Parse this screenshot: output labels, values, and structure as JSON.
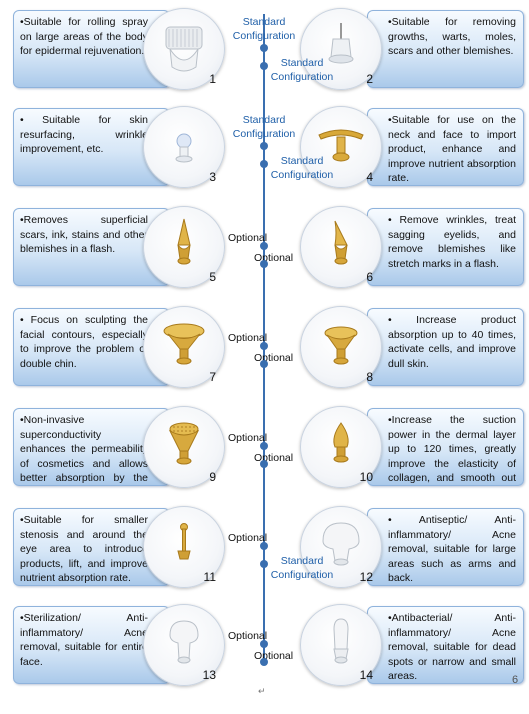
{
  "items": [
    {
      "num": "1",
      "text": "•Suitable for rolling spray on large areas of the body for epidermal rejuvenation.",
      "label": "Standard Configuration",
      "icon": "roller-head-icon"
    },
    {
      "num": "2",
      "text": "•Suitable for removing growths, warts, moles, scars and other blemishes.",
      "label": "Standard Configuration",
      "icon": "needle-tip-head-icon"
    },
    {
      "num": "3",
      "text": "• Suitable for skin resurfacing, wrinkle improvement, etc.",
      "label": "Standard Configuration",
      "icon": "small-suction-head-icon"
    },
    {
      "num": "4",
      "text": "•Suitable for use on the neck and face to import product, enhance and improve nutrient absorption rate.",
      "label": "Standard Configuration",
      "icon": "t-bar-gold-head-icon"
    },
    {
      "num": "5",
      "text": "•Removes superficial scars, ink, stains and other blemishes in a flash.",
      "label": "Optional",
      "icon": "gold-spike-head-icon"
    },
    {
      "num": "6",
      "text": "• Remove wrinkles, treat sagging eyelids, and remove blemishes like stretch marks in a flash.",
      "label": "Optional",
      "icon": "gold-curved-spike-head-icon"
    },
    {
      "num": "7",
      "text": "• Focus on sculpting the facial contours, especially to improve the problem of double chin.",
      "label": "Optional",
      "icon": "gold-mushroom-head-icon"
    },
    {
      "num": "8",
      "text": "• Increase product absorption up to 40 times, activate cells, and improve dull skin.",
      "label": "Optional",
      "icon": "gold-medium-mushroom-head-icon"
    },
    {
      "num": "9",
      "text": "•Non-invasive superconductivity enhances the permeability of cosmetics and allows better absorption by the skin.",
      "label": "Optional",
      "icon": "gold-textured-head-icon"
    },
    {
      "num": "10",
      "text": "•Increase the suction power in the dermal layer up to 120 times, greatly improve the elasticity of collagen, and smooth out the texture in a concentrated manner.",
      "label": "Optional",
      "icon": "gold-cone-head-icon"
    },
    {
      "num": "11",
      "text": "•Suitable for smaller stenosis and around the eye area to introduce products, lift, and improve nutrient absorption rate.",
      "label": "Optional",
      "icon": "small-gold-pin-head-icon"
    },
    {
      "num": "12",
      "text": "• Antiseptic/ Anti-inflammatory/ Acne removal, suitable for large areas such as arms and back.",
      "label": "Standard Configuration",
      "icon": "white-large-dome-head-icon"
    },
    {
      "num": "13",
      "text": "•Sterilization/ Anti-inflammatory/ Acne removal, suitable for entire face.",
      "label": "Optional",
      "icon": "white-medium-dome-head-icon"
    },
    {
      "num": "14",
      "text": "•Antibacterial/ Anti-inflammatory/ Acne removal, suitable for dead spots or narrow and small areas.",
      "label": "Optional",
      "icon": "white-narrow-head-icon"
    }
  ],
  "page_mark": "6"
}
